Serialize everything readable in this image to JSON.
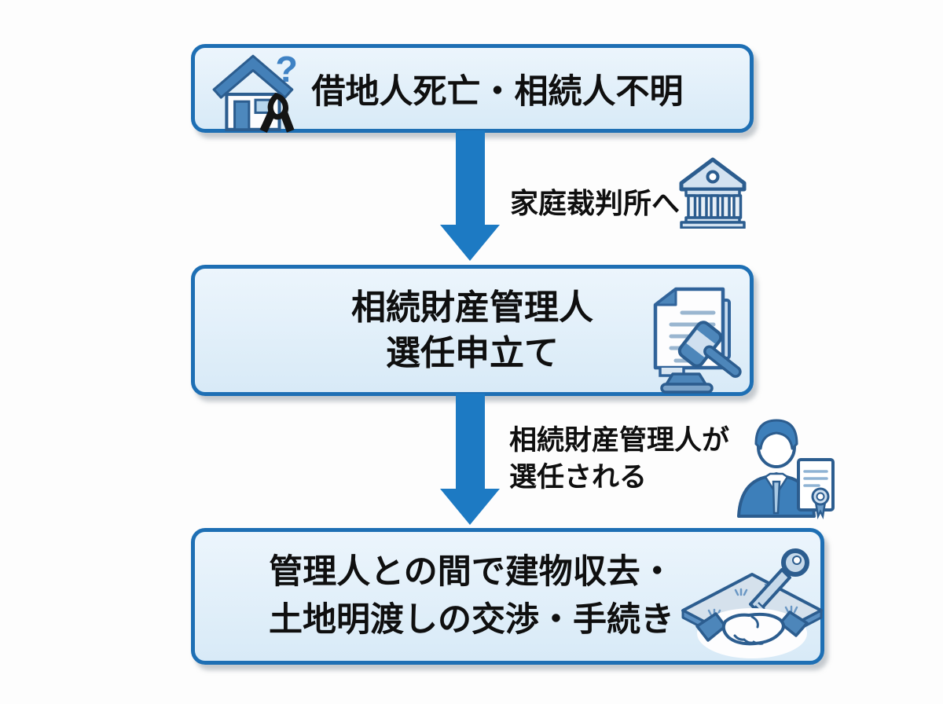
{
  "colors": {
    "page_bg": "#fdfdfd",
    "box_border": "#1e6fb4",
    "box_fill_top": "#ecf5fc",
    "box_fill_bottom": "#d8eaf7",
    "box_shadow": "rgba(140,150,160,0.5)",
    "arrow": "#1d7ac3",
    "text": "#0f0f0f",
    "icon_outline": "#2c5d8f",
    "icon_blue": "#4d86ba",
    "icon_light": "#cddfee",
    "ribbon_black": "#141414",
    "question_blue": "#3f82c4"
  },
  "diagram": {
    "step1": {
      "text": "借地人死亡・相続人不明",
      "icon": "house-mourning-icon"
    },
    "transition1": {
      "text": "家庭裁判所へ",
      "icon": "courthouse-icon"
    },
    "step2": {
      "line1": "相続財産管理人",
      "line2": "選任申立て",
      "icon": "petition-document-gavel-icon"
    },
    "transition2": {
      "line1": "相続財産管理人が",
      "line2": "選任される",
      "icon": "administrator-certificate-icon"
    },
    "step3": {
      "line1": "管理人との間で建物収去・",
      "line2": "土地明渡しの交渉・手続き",
      "icon": "land-handshake-key-icon"
    }
  }
}
